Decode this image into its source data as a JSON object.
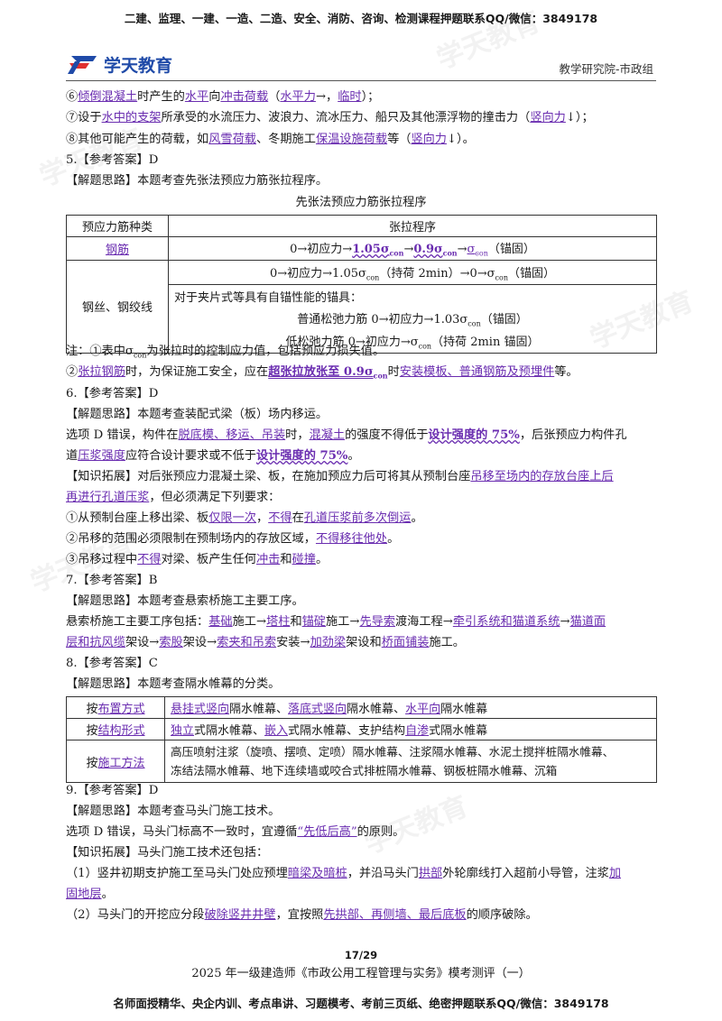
{
  "header": {
    "promo_top": "二建、监理、一建、一造、二造、安全、消防、咨询、检测课程押题联系QQ/微信：3849178",
    "logo_text": "学天教育",
    "department": "教学研究院-市政组"
  },
  "content": {
    "l1": [
      "⑥",
      "倾倒混凝土",
      "时产生的",
      "水平",
      "向",
      "冲击荷载",
      "（",
      "水平力",
      "→，",
      "临时",
      "）；"
    ],
    "l2": [
      "⑦设于",
      "水中的支架",
      "所承受的水流压力、波浪力、流冰压力、船只及其他漂浮物的撞击力（",
      "竖向力",
      "↓）；"
    ],
    "l3": [
      "⑧其他可能产生的荷载，如",
      "风雪荷载",
      "、冬期施工",
      "保温设施荷载",
      "等（",
      "竖向力",
      "↓）。"
    ],
    "q5": "5.【参考答案】D",
    "q5_idea": "【解题思路】本题考查先张法预应力筋张拉程序。",
    "table1": {
      "caption": "先张法预应力筋张拉程序",
      "head_a": "预应力筋种类",
      "head_b": "张拉程序",
      "row1_a": "钢筋",
      "row1_b": [
        "0→初应力→",
        "1.05σ",
        "con",
        "→",
        "0.9σ",
        "con",
        "→",
        "σ",
        "con",
        "（锚固）"
      ],
      "row2_a": "钢丝、钢绞线",
      "row2_b1": [
        "0→初应力→1.05σ",
        "con",
        "（持荷 2min）→0→σ",
        "con",
        "（锚固）"
      ],
      "row2_b2": "对于夹片式等具有自锚性能的锚具：",
      "row2_b3": [
        "普通松弛力筋 0→初应力→1.03σ",
        "con",
        "（锚固）"
      ],
      "row2_b4": [
        "低松弛力筋 0→初应力→σ",
        "con",
        "（持荷 2min 锚固）"
      ]
    },
    "note1": [
      "注：①表中σ",
      "con",
      "为张拉时的控制应力值，包括预应力损失值。"
    ],
    "note2": [
      "②",
      "张拉钢筋",
      "时，为保证施工安全，应在",
      "超张拉放张至 0.9σ",
      "con",
      "时",
      "安装模板、普通钢筋及预埋件",
      "等。"
    ],
    "q6": "6.【参考答案】D",
    "q6_idea": "【解题思路】本题考查装配式梁（板）场内移运。",
    "q6_l1": [
      "选项 D 错误，构件在",
      "脱底模、移运、吊装",
      "时，",
      "混凝土",
      "的强度不得低于",
      "设计强度的 75%",
      "，后张预应力构件孔"
    ],
    "q6_l2": [
      "道",
      "压浆强度",
      "应符合设计要求或不低于",
      "设计强度的 75%",
      "。"
    ],
    "q6_ext1": [
      "【知识拓展】对后张预应力混凝土梁、板，在施加预应力后可将其从预制台座",
      "吊移至场内的存放台座上后"
    ],
    "q6_ext2": [
      "再进行孔道压浆",
      "，但必须满足下列要求："
    ],
    "q6_r1": [
      "①从预制台座上移出梁、板",
      "仅限一次",
      "，",
      "不得",
      "在",
      "孔道压浆前多次倒运",
      "。"
    ],
    "q6_r2": [
      "②吊移的范围必须限制在预制场内的存放区域，",
      "不得移往他处",
      "。"
    ],
    "q6_r3": [
      "③吊移过程中",
      "不得",
      "对梁、板产生任何",
      "冲击",
      "和",
      "碰撞",
      "。"
    ],
    "q7": "7.【参考答案】B",
    "q7_idea": "【解题思路】本题考查悬索桥施工主要工序。",
    "q7_l1": [
      "悬索桥施工主要工序包括：",
      "基础",
      "施工→",
      "塔柱",
      "和",
      "锚碇",
      "施工→",
      "先导索",
      "渡海工程→",
      "牵引系统和猫道系统",
      "→",
      "猫道面"
    ],
    "q7_l2": [
      "层和抗风缆",
      "架设→",
      "索股",
      "架设→",
      "索夹和吊索",
      "安装→",
      "加劲梁",
      "架设和",
      "桥面铺装",
      "施工。"
    ],
    "q8": "8.【参考答案】C",
    "q8_idea": "【解题思路】本题考查隔水帷幕的分类。",
    "table2": {
      "r1_a": [
        "按",
        "布置方式"
      ],
      "r1_b": [
        "悬挂式竖向",
        "隔水帷幕、",
        "落底式竖向",
        "隔水帷幕、",
        "水平向",
        "隔水帷幕"
      ],
      "r2_a": [
        "按",
        "结构形式"
      ],
      "r2_b": [
        "独立",
        "式隔水帷幕、",
        "嵌入",
        "式隔水帷幕、支护结构",
        "自渗",
        "式隔水帷幕"
      ],
      "r3_a": [
        "按",
        "施工方法"
      ],
      "r3_b1": "高压喷射注浆（旋喷、摆喷、定喷）隔水帷幕、注浆隔水帷幕、水泥土搅拌桩隔水帷幕、",
      "r3_b2": "冻结法隔水帷幕、地下连续墙或咬合式排桩隔水帷幕、钢板桩隔水帷幕、沉箱"
    },
    "q9": "9.【参考答案】D",
    "q9_idea": "【解题思路】本题考查马头门施工技术。",
    "q9_l1": [
      "选项 D 错误，马头门标高不一致时，宜遵循",
      "“先低后高”",
      "的原则。"
    ],
    "q9_ext": "【知识拓展】马头门施工技术还包括：",
    "q9_p1a": [
      "（1）竖井初期支护施工至马头门处应预埋",
      "暗梁及暗桩",
      "，并沿马头门",
      "拱部",
      "外轮廓线打入超前小导管，注浆",
      "加"
    ],
    "q9_p1b": [
      "固地层",
      "。"
    ],
    "q9_p2": [
      "（2）马头门的开挖应分段",
      "破除竖井井壁",
      "，宜按照",
      "先拱部、再侧墙、最后底板",
      "的顺序破除。"
    ]
  },
  "footer": {
    "page": "17/29",
    "title": "2025 年一级建造师《市政公用工程管理与实务》模考测评（一）",
    "promo_bottom": "名师面授精华、央企内训、考点串讲、习题模考、考前三页纸、绝密押题联系QQ/微信：3849178"
  },
  "watermark": "学天教育",
  "colors": {
    "accent": "#6a2db0",
    "brand": "#1f4aa8"
  }
}
